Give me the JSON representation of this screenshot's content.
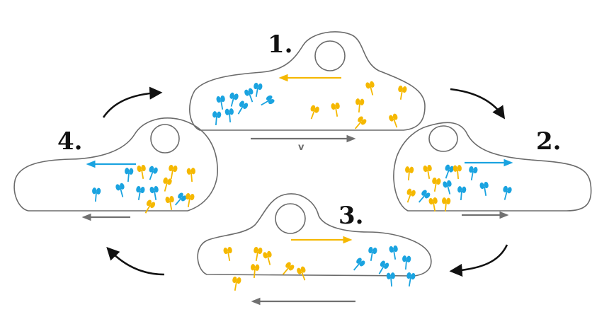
{
  "colors": {
    "outline": "#6b6b6b",
    "gray_arrow": "#707070",
    "cycle_arrow": "#111111",
    "blue": "#1aa3e0",
    "yellow": "#f5b800",
    "background": "#ffffff"
  },
  "cells": [
    {
      "id": "cell-1",
      "label": "1.",
      "polarity_color": "yellow",
      "motion_label": "v"
    },
    {
      "id": "cell-2",
      "label": "2.",
      "polarity_color": "blue",
      "motion_label": ""
    },
    {
      "id": "cell-3",
      "label": "3.",
      "polarity_color": "yellow",
      "motion_label": ""
    },
    {
      "id": "cell-4",
      "label": "4.",
      "polarity_color": "blue",
      "motion_label": ""
    }
  ]
}
